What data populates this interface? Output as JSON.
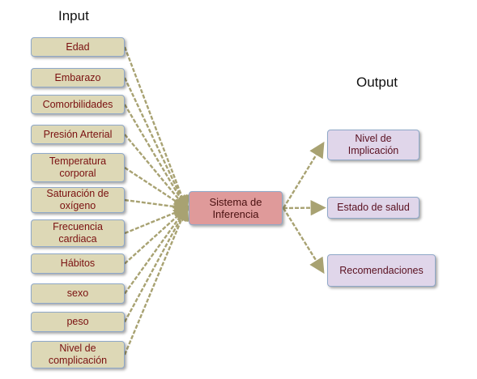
{
  "headings": {
    "input": "Input",
    "output": "Output"
  },
  "inputs": [
    "Edad",
    "Embarazo",
    "Comorbilidades",
    "Presión Arterial",
    "Temperatura\ncorporal",
    "Saturación de\noxígeno",
    "Frecuencia\ncardiaca",
    "Hábitos",
    "sexo",
    "peso",
    "Nivel de\ncomplicación"
  ],
  "center": "Sistema de\nInferencia",
  "outputs": [
    "Nivel de\nImplicación",
    "Estado de salud",
    "Recomendaciones"
  ],
  "colors": {
    "input_fill": "#ddd8b6",
    "center_fill": "#df9a9a",
    "output_fill": "#e0d6ea",
    "arrow": "#a8a272",
    "text_dark_red": "#7a1010"
  }
}
